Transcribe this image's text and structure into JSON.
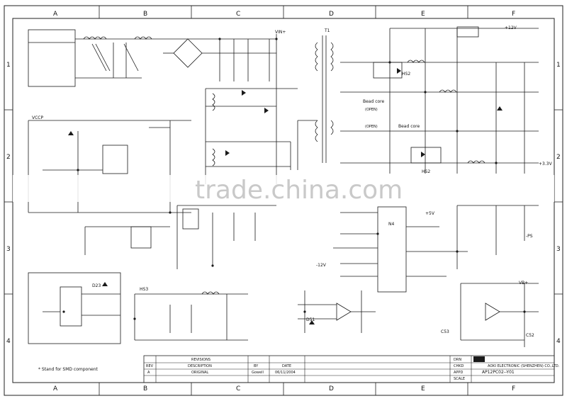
{
  "grid": {
    "columns": [
      "A",
      "B",
      "C",
      "D",
      "E",
      "F"
    ],
    "rows": [
      "1",
      "2",
      "3",
      "4"
    ]
  },
  "watermark": "trade.china.com",
  "notes": {
    "smd": "* Stand for SMD component",
    "bead1": "Bead core",
    "bead2": "Bead core",
    "open1": "(OPEN)",
    "open2": "(OPEN)"
  },
  "labels": {
    "vin": "VIN+",
    "vccp": "VCCP",
    "hs1": "HS2",
    "hs2": "HS2",
    "hs3": "HS3",
    "t1": "T1",
    "n4": "N4",
    "d23": "D23",
    "d51": "D51",
    "c52": "C52",
    "c53": "C53",
    "plus12v": "+12V",
    "minus12v": "-12V",
    "plus5v": "+5V",
    "plus33v": "+3.3V",
    "ps": "-PS",
    "vb": "VB+"
  },
  "title_block": {
    "revisions": "REVISIONS",
    "description": "DESCRIPTION",
    "original": "ORIGINAL",
    "rev_hdr": "REV",
    "by_hdr": "BY",
    "date_hdr": "DATE",
    "rev_a": "A",
    "by_a": "Gowell",
    "date_a": "06/11/2004",
    "drn": "DRN",
    "chkd": "CHKD",
    "appd": "APPD",
    "scale": "SCALE",
    "model": "AP12PC02--Y01",
    "company": "AOKI ELECTRONIC (SHENZHEN) CO.,LTD."
  }
}
